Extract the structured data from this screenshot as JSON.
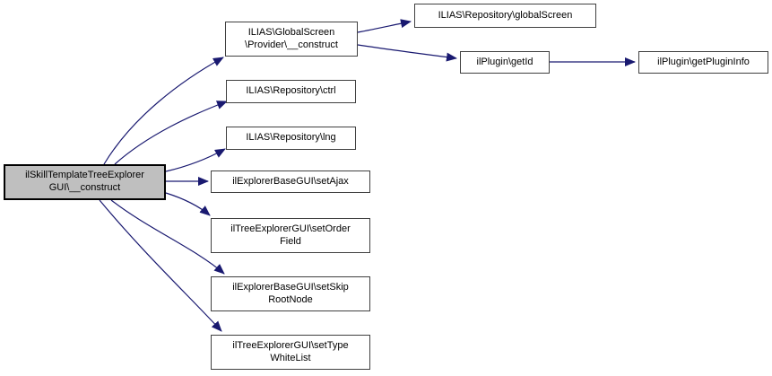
{
  "diagram": {
    "type": "call-graph",
    "description": "Doxygen call graph for ilSkillTemplateTreeExplorerGUI::__construct",
    "colors": {
      "edge": "#191970",
      "node_border": "#404040",
      "node_fill": "#ffffff",
      "root_fill": "#bfbfbf",
      "root_border": "#000000",
      "text": "#000000",
      "background": "#ffffff"
    },
    "nodes": [
      {
        "id": "main",
        "label": "ilSkillTemplateTreeExplorer\nGUI\\__construct",
        "role": "root"
      },
      {
        "id": "provider",
        "label": "ILIAS\\GlobalScreen\n\\Provider\\__construct"
      },
      {
        "id": "globalscreen",
        "label": "ILIAS\\Repository\\globalScreen"
      },
      {
        "id": "getid",
        "label": "ilPlugin\\getId"
      },
      {
        "id": "getplugininfo",
        "label": "ilPlugin\\getPluginInfo"
      },
      {
        "id": "ctrl",
        "label": "ILIAS\\Repository\\ctrl"
      },
      {
        "id": "lng",
        "label": "ILIAS\\Repository\\lng"
      },
      {
        "id": "setajax",
        "label": "ilExplorerBaseGUI\\setAjax"
      },
      {
        "id": "setorder",
        "label": "ilTreeExplorerGUI\\setOrder\nField"
      },
      {
        "id": "setskip",
        "label": "ilExplorerBaseGUI\\setSkip\nRootNode"
      },
      {
        "id": "settype",
        "label": "ilTreeExplorerGUI\\setType\nWhiteList"
      }
    ],
    "edges": [
      {
        "from": "main",
        "to": "provider"
      },
      {
        "from": "main",
        "to": "ctrl"
      },
      {
        "from": "main",
        "to": "lng"
      },
      {
        "from": "main",
        "to": "setajax"
      },
      {
        "from": "main",
        "to": "setorder"
      },
      {
        "from": "main",
        "to": "setskip"
      },
      {
        "from": "main",
        "to": "settype"
      },
      {
        "from": "provider",
        "to": "globalscreen"
      },
      {
        "from": "provider",
        "to": "getid"
      },
      {
        "from": "getid",
        "to": "getplugininfo"
      }
    ]
  }
}
